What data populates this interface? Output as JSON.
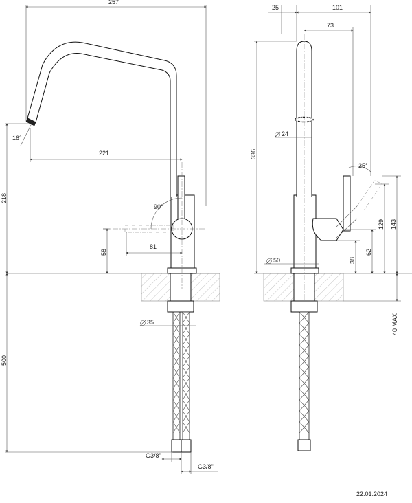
{
  "front_view": {
    "dims": {
      "overall_reach": "257",
      "spout_reach": "221",
      "spout_angle": "16°",
      "lever_angle": "90°",
      "height_to_spout": "218",
      "lever_height": "58",
      "lever_reach": "81",
      "shank_dia_label": "35",
      "hose_length": "500",
      "thread_left": "G3/8\"",
      "thread_right": "G3/8\""
    }
  },
  "side_view": {
    "dims": {
      "offset_top": "25",
      "depth_total": "101",
      "depth_lever": "73",
      "spout_dia_label": "24",
      "overall_height": "336",
      "lever_angle": "25°",
      "lever_top": "143",
      "lever_mid": "129",
      "lever_low": "62",
      "lever_base": "38",
      "base_dia_label": "50",
      "max_thickness": "40 MAX"
    }
  },
  "footer": {
    "date": "22.01.2024"
  }
}
